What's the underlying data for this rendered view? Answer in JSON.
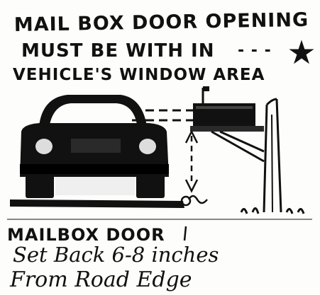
{
  "top_note": {
    "line1": "MAIL BOX DOOR OPENING",
    "line2": "MUST BE WITH IN",
    "line2_tail": "- - -",
    "line3": "VEHICLE'S WINDOW AREA"
  },
  "bottom_note": {
    "line1": "MAILBOX DOOR",
    "line2": "Set Back 6-8 inches",
    "line3": "From Road Edge"
  },
  "colors": {
    "ink": "#111111",
    "paper": "#fdfdfb"
  }
}
